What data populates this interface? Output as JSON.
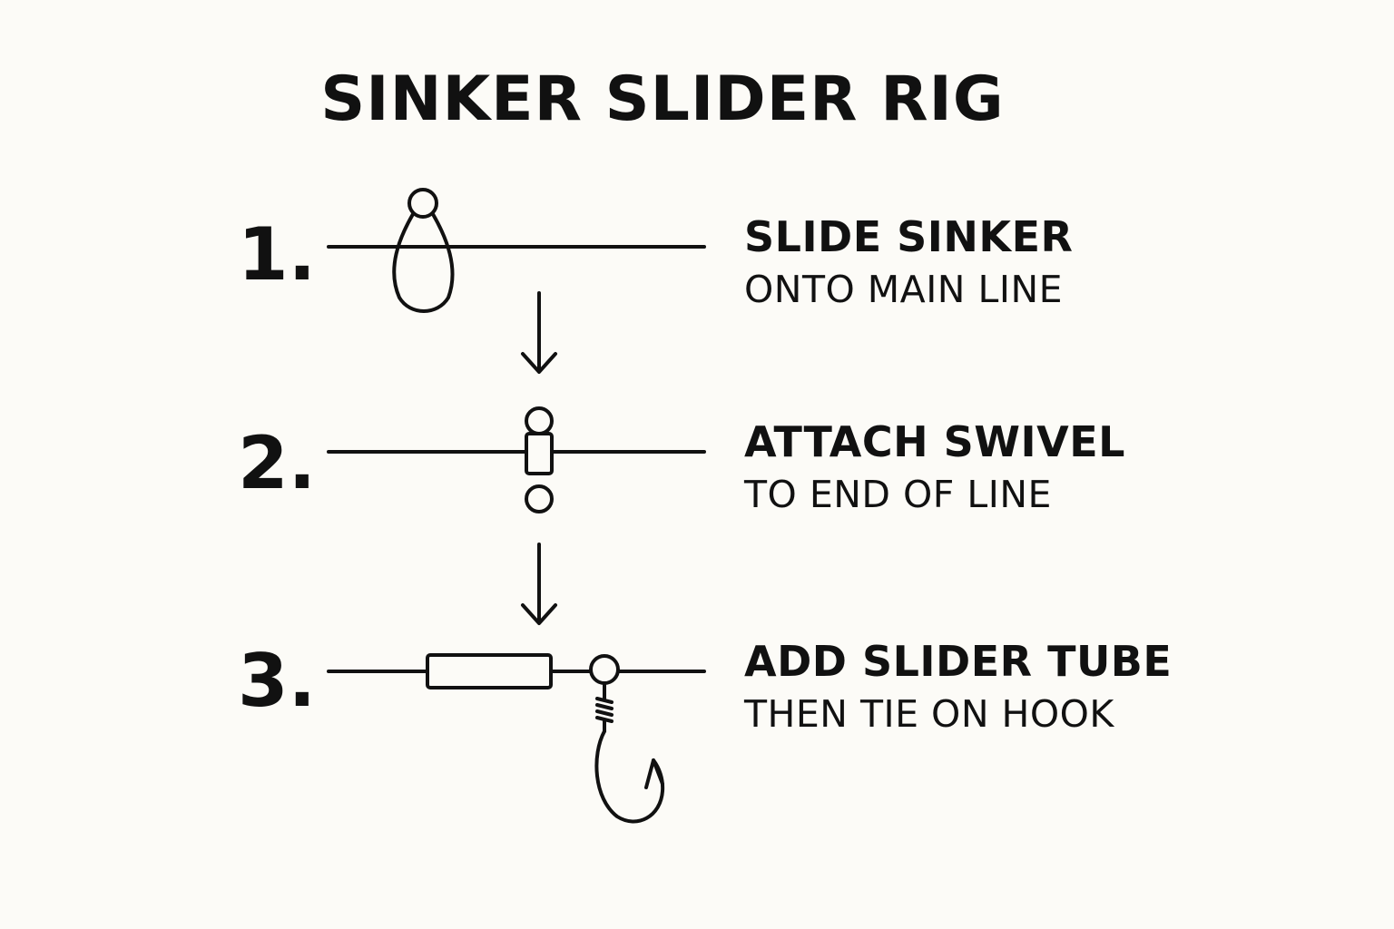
{
  "title": "SINKER SLIDER RIG",
  "steps": [
    {
      "number": "1.",
      "line1": "SLIDE SINKER",
      "line2": "ONTO MAIN LINE",
      "icon": "sinker-icon"
    },
    {
      "number": "2.",
      "line1": "ATTACH SWIVEL",
      "line2": "TO END OF LINE",
      "icon": "swivel-icon"
    },
    {
      "number": "3.",
      "line1": "ADD SLIDER TUBE",
      "line2": "THEN TIE ON HOOK",
      "icon": "slider-tube-hook-icon"
    }
  ],
  "colors": {
    "background": "#fcfbf7",
    "ink": "#111111"
  }
}
